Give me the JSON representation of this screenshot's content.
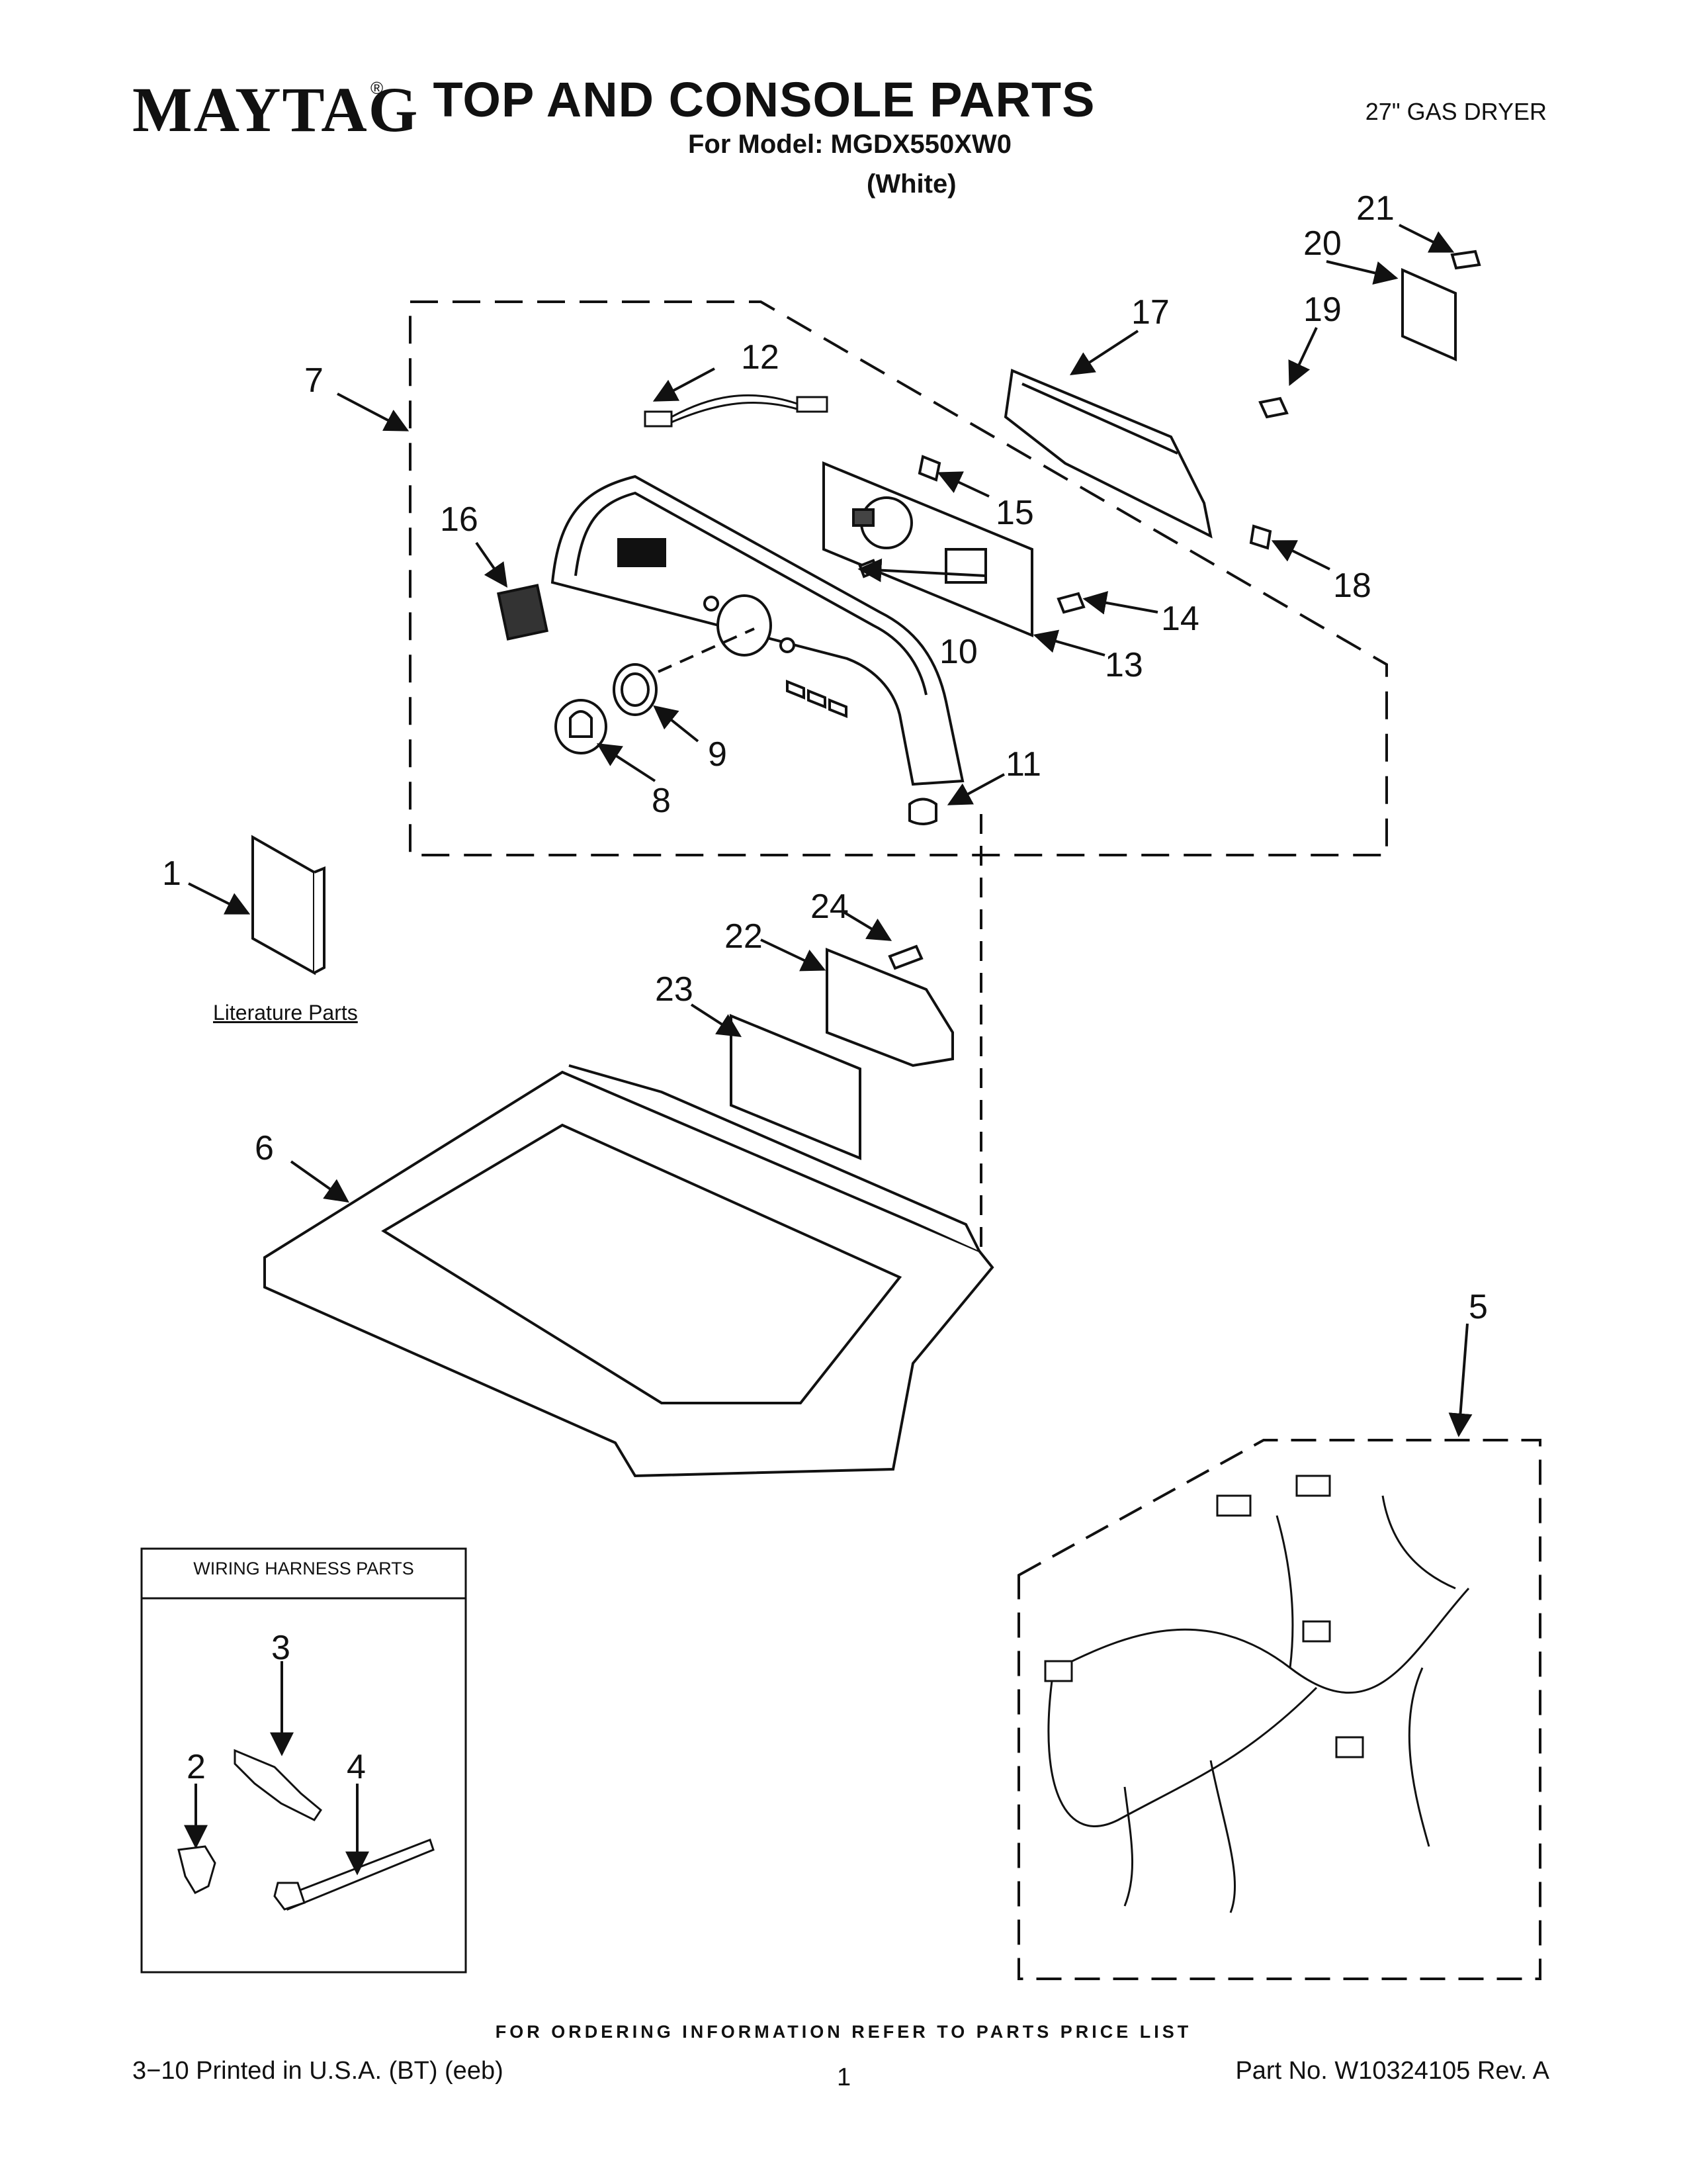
{
  "header": {
    "brand": "MAYTAG",
    "brand_mark": "®",
    "title": "TOP AND CONSOLE PARTS",
    "product": "27\" GAS DRYER",
    "model_line": "For Model: MGDX550XW0",
    "color_line": "(White)"
  },
  "callouts": [
    "1",
    "2",
    "3",
    "4",
    "5",
    "6",
    "7",
    "8",
    "9",
    "10",
    "11",
    "12",
    "13",
    "14",
    "15",
    "16",
    "17",
    "18",
    "19",
    "20",
    "21",
    "22",
    "23",
    "24"
  ],
  "literature_label": "Literature Parts",
  "wiring_box_title": "WIRING HARNESS PARTS",
  "footer": {
    "ordering_note": "FOR ORDERING INFORMATION REFER TO PARTS PRICE LIST",
    "printed": "3−10 Printed in U.S.A. (BT) (eeb)",
    "page": "1",
    "part_no": "Part No. W10324105 Rev. A"
  }
}
